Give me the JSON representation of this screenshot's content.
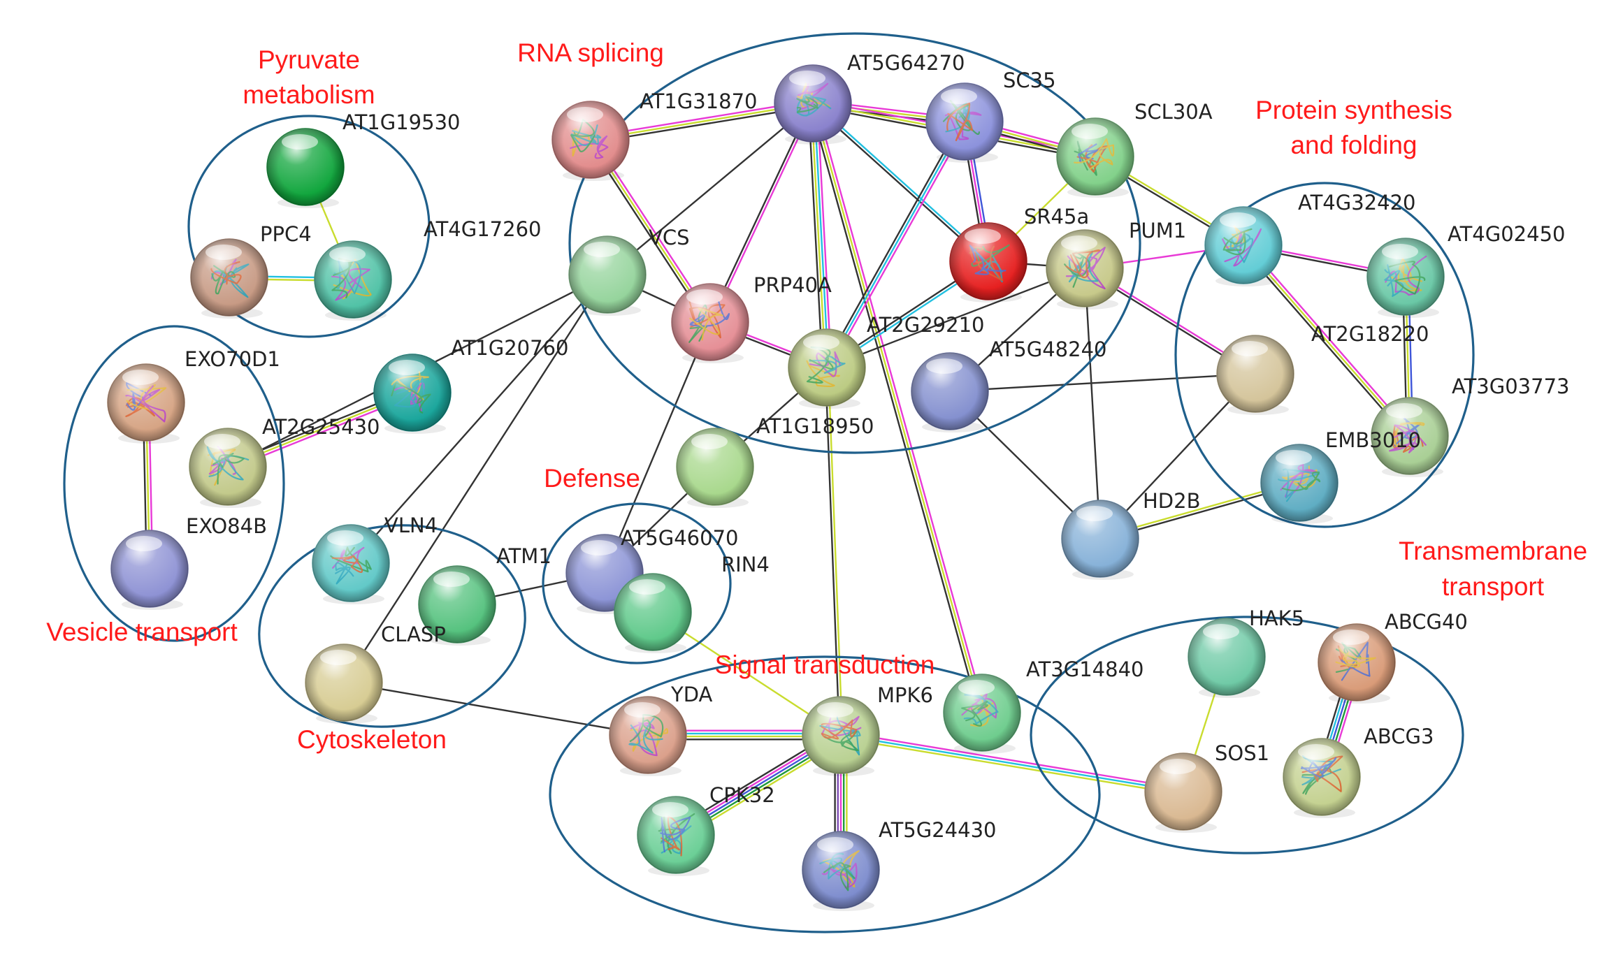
{
  "groups": [
    {
      "id": "pyruvate",
      "label_lines": [
        "Pyruvate",
        "metabolism"
      ]
    },
    {
      "id": "rna",
      "label_lines": [
        "RNA splicing"
      ]
    },
    {
      "id": "protein",
      "label_lines": [
        "Protein synthesis",
        "and folding"
      ]
    },
    {
      "id": "vesicle",
      "label_lines": [
        "Vesicle transport"
      ]
    },
    {
      "id": "defense",
      "label_lines": [
        "Defense"
      ]
    },
    {
      "id": "cyto",
      "label_lines": [
        "Cytoskeleton"
      ]
    },
    {
      "id": "signal",
      "label_lines": [
        "Signal transduction"
      ]
    },
    {
      "id": "transmem",
      "label_lines": [
        "Transmembrane",
        "transport"
      ]
    }
  ],
  "colors": {
    "cluster_outline": "#1f5f8b",
    "group_label": "#ff1a1a",
    "edge_evidence": {
      "black": "#333333",
      "pink": "#e83ad6",
      "yellow": "#c9dc2e",
      "cyan": "#22c0e0",
      "blue": "#3f56d8",
      "green": "#1f9a3a",
      "purple": "#7d4bb3"
    }
  },
  "nodes": [
    {
      "id": "AT1G19530",
      "label": "AT1G19530",
      "color": "#11a63d",
      "structure": false
    },
    {
      "id": "PPC4",
      "label": "PPC4",
      "color": "#c79a84",
      "structure": true
    },
    {
      "id": "AT4G17260",
      "label": "AT4G17260",
      "color": "#50c2a6",
      "structure": true
    },
    {
      "id": "AT1G31870",
      "label": "AT1G31870",
      "color": "#e28c8c",
      "structure": true
    },
    {
      "id": "AT5G64270",
      "label": "AT5G64270",
      "color": "#8a82cd",
      "structure": true
    },
    {
      "id": "SC35",
      "label": "SC35",
      "color": "#8c92dc",
      "structure": true
    },
    {
      "id": "SCL30A",
      "label": "SCL30A",
      "color": "#82d18a",
      "structure": true
    },
    {
      "id": "VCS",
      "label": "VCS",
      "color": "#95d49c",
      "structure": false
    },
    {
      "id": "PRP40A",
      "label": "PRP40A",
      "color": "#e58f96",
      "structure": true
    },
    {
      "id": "SR45a",
      "label": "SR45a",
      "color": "#e62020",
      "structure": true
    },
    {
      "id": "PUM1",
      "label": "PUM1",
      "color": "#c7c98a",
      "structure": true
    },
    {
      "id": "AT2G29210",
      "label": "AT2G29210",
      "color": "#bccb83",
      "structure": true
    },
    {
      "id": "AT5G48240",
      "label": "AT5G48240",
      "color": "#8490cf",
      "structure": false
    },
    {
      "id": "AT4G32420",
      "label": "AT4G32420",
      "color": "#63cdd6",
      "structure": true
    },
    {
      "id": "AT4G02450",
      "label": "AT4G02450",
      "color": "#6ac8a6",
      "structure": true
    },
    {
      "id": "AT2G18220",
      "label": "AT2G18220",
      "color": "#d4c49a",
      "structure": false
    },
    {
      "id": "EMB3010",
      "label": "EMB3010",
      "color": "#a9cf95",
      "structure": true
    },
    {
      "id": "AT3G03773",
      "label": "AT3G03773",
      "color": "#5fadc3",
      "structure": true
    },
    {
      "id": "HD2B",
      "label": "HD2B",
      "color": "#86b1d8",
      "structure": false
    },
    {
      "id": "AT1G20760",
      "label": "AT1G20760",
      "color": "#1aa69c",
      "structure": true
    },
    {
      "id": "EXO70D1",
      "label": "EXO70D1",
      "color": "#d6a484",
      "structure": true
    },
    {
      "id": "AT2G25430",
      "label": "AT2G25430",
      "color": "#c2c98a",
      "structure": true
    },
    {
      "id": "EXO84B",
      "label": "EXO84B",
      "color": "#8e92d4",
      "structure": false
    },
    {
      "id": "AT1G18950",
      "label": "AT1G18950",
      "color": "#a8d88c",
      "structure": false
    },
    {
      "id": "AT5G46070",
      "label": "AT5G46070",
      "color": "#8c94d6",
      "structure": false
    },
    {
      "id": "ATM1",
      "label": "ATM1",
      "color": "#8c94d6",
      "structure": false
    },
    {
      "id": "RIN4",
      "label": "RIN4",
      "color": "#5fc98a",
      "structure": false
    },
    {
      "id": "VLN4",
      "label": "VLN4",
      "color": "#62c9c8",
      "structure": true
    },
    {
      "id": "CLASP",
      "label": "CLASP",
      "color": "#55c27e",
      "structure": false
    },
    {
      "id": "CYTO3",
      "label": "",
      "color": "#d7cc93",
      "structure": false
    },
    {
      "id": "YDA",
      "label": "YDA",
      "color": "#dba08b",
      "structure": true
    },
    {
      "id": "MPK6",
      "label": "MPK6",
      "color": "#b9d192",
      "structure": true
    },
    {
      "id": "AT3G14840",
      "label": "AT3G14840",
      "color": "#6fcd8e",
      "structure": true
    },
    {
      "id": "CPK32",
      "label": "CPK32",
      "color": "#6bcf96",
      "structure": true
    },
    {
      "id": "AT5G24430",
      "label": "AT5G24430",
      "color": "#7e8dce",
      "structure": true
    },
    {
      "id": "HAK5",
      "label": "HAK5",
      "color": "#6fcaa6",
      "structure": false
    },
    {
      "id": "ABCG40",
      "label": "ABCG40",
      "color": "#d99b78",
      "structure": true
    },
    {
      "id": "SOS1",
      "label": "SOS1",
      "color": "#d9b891",
      "structure": false
    },
    {
      "id": "ABCG3",
      "label": "ABCG3",
      "color": "#c4d190",
      "structure": true
    }
  ],
  "edges": [
    {
      "from": "PPC4",
      "to": "AT4G17260",
      "evidence": [
        "cyan",
        "yellow"
      ]
    },
    {
      "from": "AT1G19530",
      "to": "AT4G17260",
      "evidence": [
        "yellow"
      ]
    },
    {
      "from": "AT1G31870",
      "to": "AT5G64270",
      "evidence": [
        "pink",
        "yellow",
        "black"
      ]
    },
    {
      "from": "AT1G31870",
      "to": "PRP40A",
      "evidence": [
        "pink",
        "yellow",
        "black"
      ]
    },
    {
      "from": "AT5G64270",
      "to": "SC35",
      "evidence": [
        "pink",
        "yellow",
        "black"
      ]
    },
    {
      "from": "AT5G64270",
      "to": "SCL30A",
      "evidence": [
        "pink",
        "yellow",
        "black"
      ]
    },
    {
      "from": "AT5G64270",
      "to": "SR45a",
      "evidence": [
        "cyan",
        "black"
      ]
    },
    {
      "from": "AT5G64270",
      "to": "PRP40A",
      "evidence": [
        "pink",
        "black"
      ]
    },
    {
      "from": "AT5G64270",
      "to": "AT2G29210",
      "evidence": [
        "pink",
        "cyan",
        "yellow",
        "black"
      ]
    },
    {
      "from": "AT5G64270",
      "to": "AT3G14840",
      "evidence": [
        "pink",
        "yellow",
        "black"
      ]
    },
    {
      "from": "AT5G64270",
      "to": "VCS",
      "evidence": [
        "black"
      ]
    },
    {
      "from": "SC35",
      "to": "SCL30A",
      "evidence": [
        "pink",
        "yellow",
        "black"
      ]
    },
    {
      "from": "SC35",
      "to": "SR45a",
      "evidence": [
        "blue",
        "pink",
        "black"
      ]
    },
    {
      "from": "SC35",
      "to": "AT2G29210",
      "evidence": [
        "pink",
        "cyan",
        "black"
      ]
    },
    {
      "from": "SCL30A",
      "to": "SR45a",
      "evidence": [
        "yellow"
      ]
    },
    {
      "from": "SCL30A",
      "to": "AT4G32420",
      "evidence": [
        "yellow",
        "black"
      ]
    },
    {
      "from": "SR45a",
      "to": "AT2G29210",
      "evidence": [
        "cyan",
        "black"
      ]
    },
    {
      "from": "SR45a",
      "to": "PUM1",
      "evidence": [
        "black"
      ]
    },
    {
      "from": "PRP40A",
      "to": "AT2G29210",
      "evidence": [
        "pink",
        "black"
      ]
    },
    {
      "from": "PRP40A",
      "to": "VCS",
      "evidence": [
        "black"
      ]
    },
    {
      "from": "PRP40A",
      "to": "ATM1",
      "evidence": [
        "black"
      ]
    },
    {
      "from": "PUM1",
      "to": "AT4G32420",
      "evidence": [
        "pink"
      ]
    },
    {
      "from": "PUM1",
      "to": "AT2G29210",
      "evidence": [
        "black"
      ]
    },
    {
      "from": "PUM1",
      "to": "AT2G18220",
      "evidence": [
        "pink",
        "black"
      ]
    },
    {
      "from": "PUM1",
      "to": "AT5G48240",
      "evidence": [
        "black"
      ]
    },
    {
      "from": "PUM1",
      "to": "HD2B",
      "evidence": [
        "black"
      ]
    },
    {
      "from": "AT5G48240",
      "to": "AT2G18220",
      "evidence": [
        "black"
      ]
    },
    {
      "from": "AT5G48240",
      "to": "HD2B",
      "evidence": [
        "black"
      ]
    },
    {
      "from": "AT2G18220",
      "to": "HD2B",
      "evidence": [
        "black"
      ]
    },
    {
      "from": "HD2B",
      "to": "AT3G03773",
      "evidence": [
        "yellow",
        "black"
      ]
    },
    {
      "from": "AT4G32420",
      "to": "AT4G02450",
      "evidence": [
        "pink",
        "black"
      ]
    },
    {
      "from": "AT4G32420",
      "to": "EMB3010",
      "evidence": [
        "pink",
        "yellow",
        "black"
      ]
    },
    {
      "from": "AT4G02450",
      "to": "EMB3010",
      "evidence": [
        "blue",
        "yellow",
        "black"
      ]
    },
    {
      "from": "AT2G29210",
      "to": "MPK6",
      "evidence": [
        "yellow",
        "black"
      ]
    },
    {
      "from": "AT2G29210",
      "to": "AT1G18950",
      "evidence": [
        "black"
      ]
    },
    {
      "from": "VCS",
      "to": "AT2G25430",
      "evidence": [
        "black"
      ]
    },
    {
      "from": "VCS",
      "to": "VLN4",
      "evidence": [
        "black"
      ]
    },
    {
      "from": "VCS",
      "to": "CYTO3",
      "evidence": [
        "black"
      ]
    },
    {
      "from": "AT1G20760",
      "to": "AT2G25430",
      "evidence": [
        "pink",
        "yellow",
        "black"
      ]
    },
    {
      "from": "EXO70D1",
      "to": "EXO84B",
      "evidence": [
        "pink",
        "yellow",
        "black"
      ]
    },
    {
      "from": "AT1G18950",
      "to": "ATM1",
      "evidence": [
        "black"
      ]
    },
    {
      "from": "ATM1",
      "to": "CLASP",
      "evidence": [
        "black"
      ]
    },
    {
      "from": "RIN4",
      "to": "MPK6",
      "evidence": [
        "yellow"
      ]
    },
    {
      "from": "CYTO3",
      "to": "YDA",
      "evidence": [
        "black"
      ]
    },
    {
      "from": "YDA",
      "to": "MPK6",
      "evidence": [
        "pink",
        "cyan",
        "yellow",
        "black"
      ]
    },
    {
      "from": "MPK6",
      "to": "CPK32",
      "evidence": [
        "yellow",
        "green",
        "blue",
        "pink",
        "black"
      ]
    },
    {
      "from": "MPK6",
      "to": "AT5G24430",
      "evidence": [
        "yellow",
        "green",
        "pink",
        "purple",
        "black"
      ]
    },
    {
      "from": "MPK6",
      "to": "SOS1",
      "evidence": [
        "pink",
        "cyan",
        "yellow"
      ]
    },
    {
      "from": "HAK5",
      "to": "SOS1",
      "evidence": [
        "yellow"
      ]
    },
    {
      "from": "ABCG40",
      "to": "ABCG3",
      "evidence": [
        "pink",
        "green",
        "blue",
        "cyan",
        "black"
      ]
    }
  ]
}
